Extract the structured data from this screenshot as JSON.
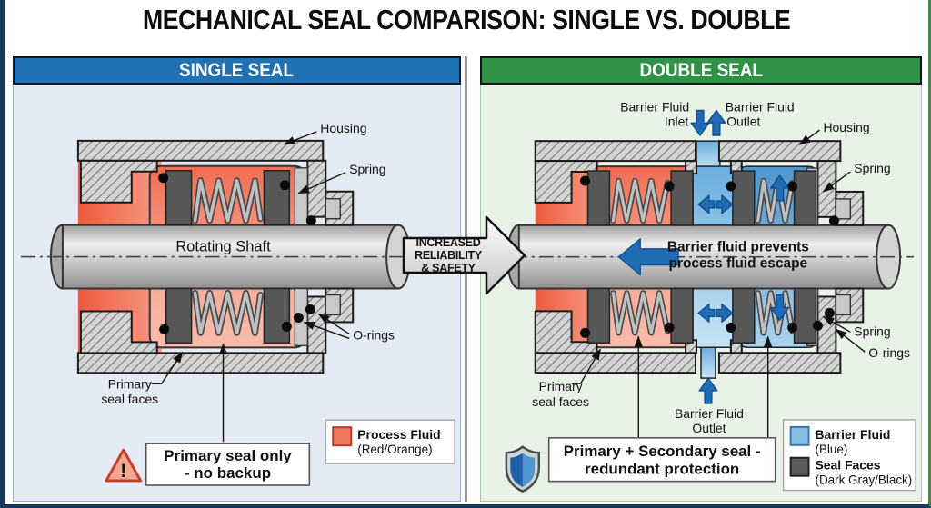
{
  "title": "MECHANICAL SEAL COMPARISON: SINGLE VS. DOUBLE",
  "arrow": {
    "line1": "INCREASED",
    "line2": "RELIABILITY",
    "line3": "& SAFETY"
  },
  "single": {
    "header": "SINGLE SEAL",
    "labels": {
      "housing": "Housing",
      "spring": "Spring",
      "shaft": "Rotating Shaft",
      "orings": "O-rings",
      "primary1": "Primary",
      "primary2": "seal faces"
    },
    "warning_glyph": "!",
    "callout1": "Primary seal only",
    "callout2": "- no backup",
    "legend": {
      "name": "Process Fluid",
      "desc": "(Red/Orange)"
    }
  },
  "double": {
    "header": "DOUBLE SEAL",
    "labels": {
      "inlet1": "Barrier Fluid",
      "inlet2": "Inlet",
      "outlet_top1": "Barrier Fluid",
      "outlet_top2": "Outlet",
      "housing": "Housing",
      "spring_top": "Spring",
      "spring_bottom": "Spring",
      "orings": "O-rings",
      "primary1": "Primary",
      "primary2": "seal faces",
      "outlet_bottom1": "Barrier Fluid",
      "outlet_bottom2": "Outlet"
    },
    "shaft_note1": "Barrier fluid prevents",
    "shaft_note2": "process fluid escape",
    "callout1": "Primary + Secondary seal -",
    "callout2": "redundant protection",
    "legend": [
      {
        "name": "Barrier Fluid",
        "desc": "(Blue)"
      },
      {
        "name": "Seal Faces",
        "desc": "(Dark Gray/Black)"
      }
    ]
  },
  "colors": {
    "single_header_bg": "#2171b5",
    "double_header_bg": "#2f9247",
    "process_fluid": "#f0785f",
    "barrier_fluid": "#85bde4",
    "seal_faces": "#575757",
    "arrow_blue": "#1f6cb5",
    "warning_fill": "#f5a793"
  }
}
